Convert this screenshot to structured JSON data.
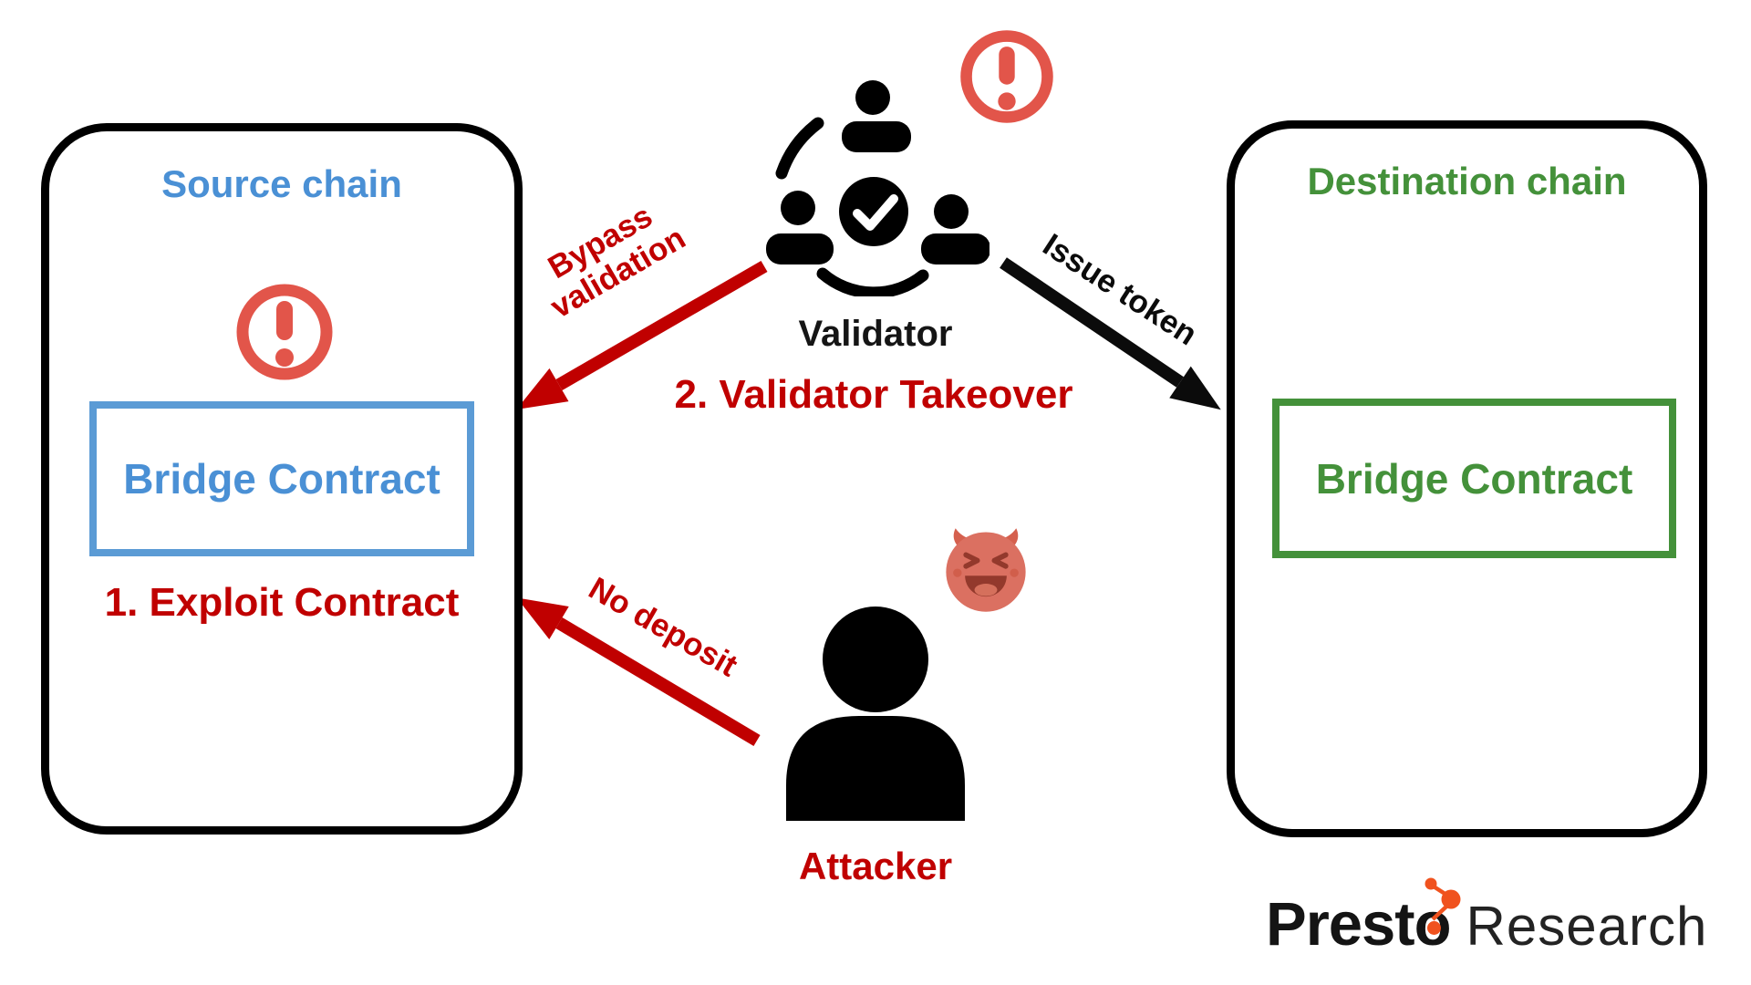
{
  "source_chain": {
    "title": "Source chain",
    "bridge_contract_label": "Bridge Contract",
    "step_label": "1. Exploit Contract"
  },
  "destination_chain": {
    "title": "Destination chain",
    "bridge_contract_label": "Bridge Contract"
  },
  "validator": {
    "label": "Validator",
    "step_label": "2. Validator Takeover"
  },
  "attacker": {
    "label": "Attacker"
  },
  "arrows": [
    {
      "id": "bypass-validation",
      "label": "Bypass validation",
      "color": "#C00000",
      "from": "Validator",
      "to": "Source chain"
    },
    {
      "id": "issue-token",
      "label": "Issue token",
      "color": "#0b0b0b",
      "from": "Validator",
      "to": "Destination chain"
    },
    {
      "id": "no-deposit",
      "label": "No deposit",
      "color": "#C00000",
      "from": "Attacker",
      "to": "Source chain"
    }
  ],
  "logo": {
    "brand": "Presto",
    "suffix": "Research"
  },
  "icons": {
    "warning_source": "warning-icon",
    "warning_validator": "warning-icon",
    "validator": "validator-group-icon",
    "attacker": "attacker-person-icon",
    "devil": "devil-face-icon",
    "molecule": "presto-molecule-icon"
  },
  "colors": {
    "source_accent": "#4A90D5",
    "source_border": "#5B9BD5",
    "destination_accent": "#44913A",
    "danger_text": "#C00000",
    "warning_icon": "#E2554A",
    "devil_face": "#DB7061",
    "logo_orange": "#F0521E",
    "outline_black": "#000000"
  }
}
